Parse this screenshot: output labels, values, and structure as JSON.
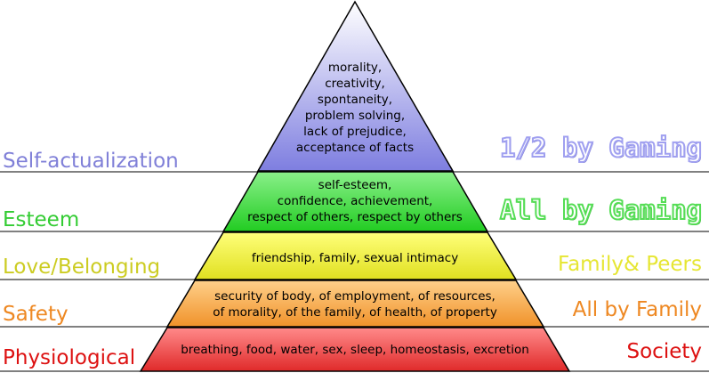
{
  "colors": {
    "self_actualization": "#8a8ae6",
    "esteem": "#33dd33",
    "love_belonging": "#e6e633",
    "safety": "#ee9933",
    "physiological": "#dd2222"
  },
  "levels": [
    {
      "name": "Self-actualization",
      "needs": [
        "morality,",
        "creativity,",
        "spontaneity,",
        "problem solving,",
        "lack of prejudice,",
        "acceptance of facts"
      ],
      "annotation": "1/2 by Gaming"
    },
    {
      "name": "Esteem",
      "needs": [
        "self-esteem,",
        "confidence, achievement,",
        "respect of others, respect by others"
      ],
      "annotation": "All by Gaming"
    },
    {
      "name": "Love/Belonging",
      "needs": [
        "friendship, family, sexual intimacy"
      ],
      "annotation": "Family& Peers"
    },
    {
      "name": "Safety",
      "needs": [
        "security of body, of employment, of resources,",
        "of morality, of the family, of health, of property"
      ],
      "annotation": "All by Family"
    },
    {
      "name": "Physiological",
      "needs": [
        "breathing, food, water, sex, sleep, homeostasis, excretion"
      ],
      "annotation": "Society"
    }
  ]
}
